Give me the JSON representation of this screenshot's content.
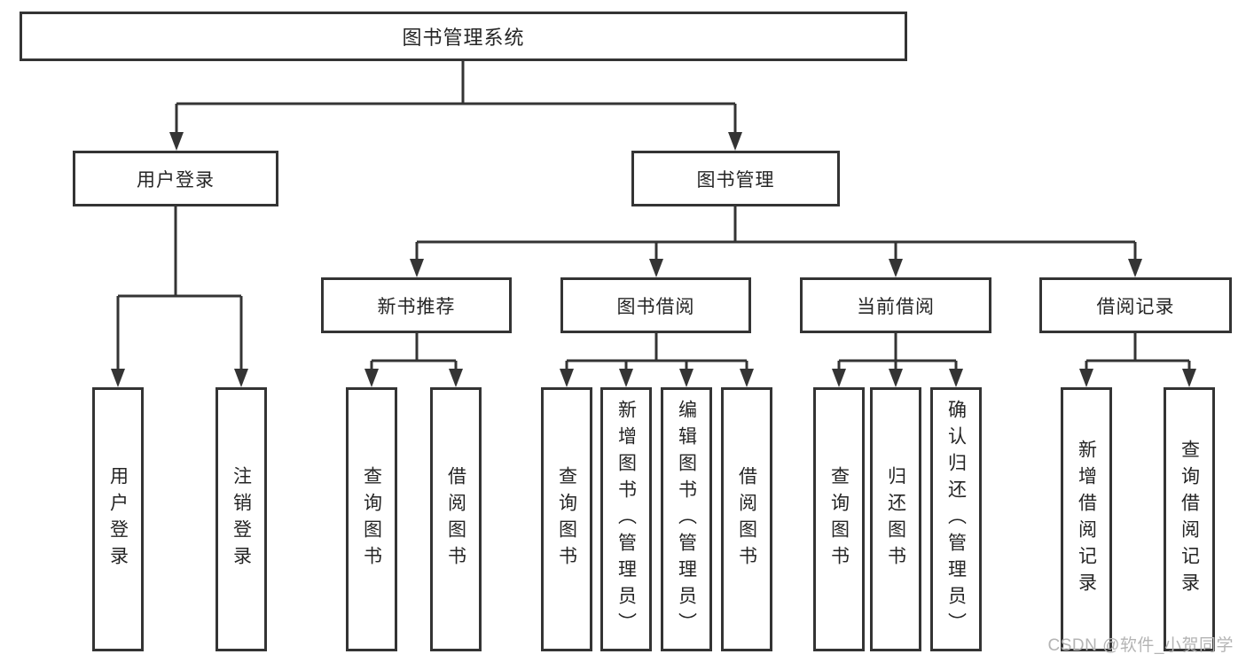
{
  "diagram": {
    "root": {
      "label": "图书管理系统"
    },
    "level2": [
      {
        "label": "用户登录"
      },
      {
        "label": "图书管理"
      }
    ],
    "level3": [
      {
        "label": "新书推荐"
      },
      {
        "label": "图书借阅"
      },
      {
        "label": "当前借阅"
      },
      {
        "label": "借阅记录"
      }
    ],
    "leaves": [
      {
        "label": "用户登录"
      },
      {
        "label": "注销登录"
      },
      {
        "label": "查询图书"
      },
      {
        "label": "借阅图书"
      },
      {
        "label": "查询图书"
      },
      {
        "label": "新增图书（管理员）"
      },
      {
        "label": "编辑图书（管理员）"
      },
      {
        "label": "借阅图书"
      },
      {
        "label": "查询图书"
      },
      {
        "label": "归还图书"
      },
      {
        "label": "确认归还（管理员）"
      },
      {
        "label": "新增借阅记录"
      },
      {
        "label": "查询借阅记录"
      }
    ],
    "watermark": "CSDN @软件_小贺同学",
    "colors": {
      "line": "#343434",
      "border": "#343434",
      "text": "#252525",
      "watermark": "#b4b4b4",
      "background": "#ffffff"
    }
  }
}
